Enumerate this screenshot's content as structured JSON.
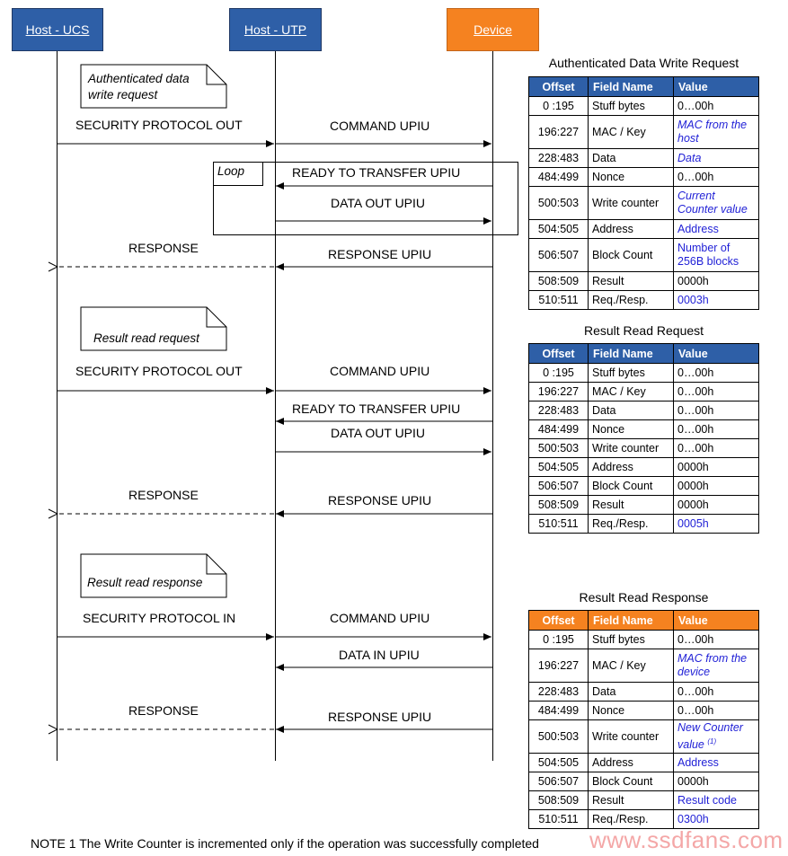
{
  "participants": {
    "host_ucs": "Host - UCS",
    "host_utp": "Host - UTP",
    "device": "Device"
  },
  "section1": {
    "note": [
      "Authenticated data",
      "write request"
    ],
    "security_out": "SECURITY PROTOCOL OUT",
    "command": "COMMAND UPIU",
    "loop": "Loop",
    "ready": "READY TO TRANSFER UPIU",
    "data_out": "DATA OUT UPIU",
    "response": "RESPONSE",
    "response_upiu": "RESPONSE UPIU"
  },
  "section2": {
    "note": "Result read request",
    "security_out": "SECURITY PROTOCOL OUT",
    "command": "COMMAND UPIU",
    "ready": "READY TO TRANSFER UPIU",
    "data_out": "DATA OUT UPIU",
    "response": "RESPONSE",
    "response_upiu": "RESPONSE UPIU"
  },
  "section3": {
    "note": "Result read response",
    "security_in": "SECURITY PROTOCOL IN",
    "command": "COMMAND UPIU",
    "data_in": "DATA IN UPIU",
    "response": "RESPONSE",
    "response_upiu": "RESPONSE UPIU"
  },
  "table_headers": {
    "offset": "Offset",
    "field": "Field Name",
    "value": "Value"
  },
  "tables": {
    "write_request": {
      "title": "Authenticated Data Write Request",
      "rows": [
        {
          "offset": "0 :195",
          "field": "Stuff bytes",
          "value": "0…00h"
        },
        {
          "offset": "196:227",
          "field": "MAC / Key",
          "value": "MAC from the host"
        },
        {
          "offset": "228:483",
          "field": "Data",
          "value": "Data"
        },
        {
          "offset": "484:499",
          "field": "Nonce",
          "value": "0…00h"
        },
        {
          "offset": "500:503",
          "field": "Write counter",
          "value": "Current Counter value"
        },
        {
          "offset": "504:505",
          "field": "Address",
          "value": "Address"
        },
        {
          "offset": "506:507",
          "field": "Block Count",
          "value": "Number of 256B blocks"
        },
        {
          "offset": "508:509",
          "field": "Result",
          "value": "0000h"
        },
        {
          "offset": "510:511",
          "field": "Req./Resp.",
          "value": "0003h"
        }
      ]
    },
    "read_request": {
      "title": "Result Read Request",
      "rows": [
        {
          "offset": "0 :195",
          "field": "Stuff bytes",
          "value": "0…00h"
        },
        {
          "offset": "196:227",
          "field": "MAC / Key",
          "value": "0…00h"
        },
        {
          "offset": "228:483",
          "field": "Data",
          "value": "0…00h"
        },
        {
          "offset": "484:499",
          "field": "Nonce",
          "value": "0…00h"
        },
        {
          "offset": "500:503",
          "field": "Write counter",
          "value": "0…00h"
        },
        {
          "offset": "504:505",
          "field": "Address",
          "value": "0000h"
        },
        {
          "offset": "506:507",
          "field": "Block Count",
          "value": "0000h"
        },
        {
          "offset": "508:509",
          "field": "Result",
          "value": "0000h"
        },
        {
          "offset": "510:511",
          "field": "Req./Resp.",
          "value": "0005h"
        }
      ]
    },
    "read_response": {
      "title": "Result Read Response",
      "rows": [
        {
          "offset": "0 :195",
          "field": "Stuff bytes",
          "value": "0…00h"
        },
        {
          "offset": "196:227",
          "field": "MAC / Key",
          "value": "MAC from the device"
        },
        {
          "offset": "228:483",
          "field": "Data",
          "value": "0…00h"
        },
        {
          "offset": "484:499",
          "field": "Nonce",
          "value": "0…00h"
        },
        {
          "offset": "500:503",
          "field": "Write counter",
          "value": "New Counter value",
          "sup": "(1)"
        },
        {
          "offset": "504:505",
          "field": "Address",
          "value": "Address"
        },
        {
          "offset": "506:507",
          "field": "Block Count",
          "value": "0000h"
        },
        {
          "offset": "508:509",
          "field": "Result",
          "value": "Result code"
        },
        {
          "offset": "510:511",
          "field": "Req./Resp.",
          "value": "0300h"
        }
      ]
    }
  },
  "footnote": "NOTE 1   The Write Counter is incremented only if the operation was successfully completed",
  "watermark": "www.ssdfans.com",
  "colors": {
    "blue_header": "#2e5fa7",
    "orange_header": "#f58220",
    "link_blue": "#1f1fd6"
  }
}
